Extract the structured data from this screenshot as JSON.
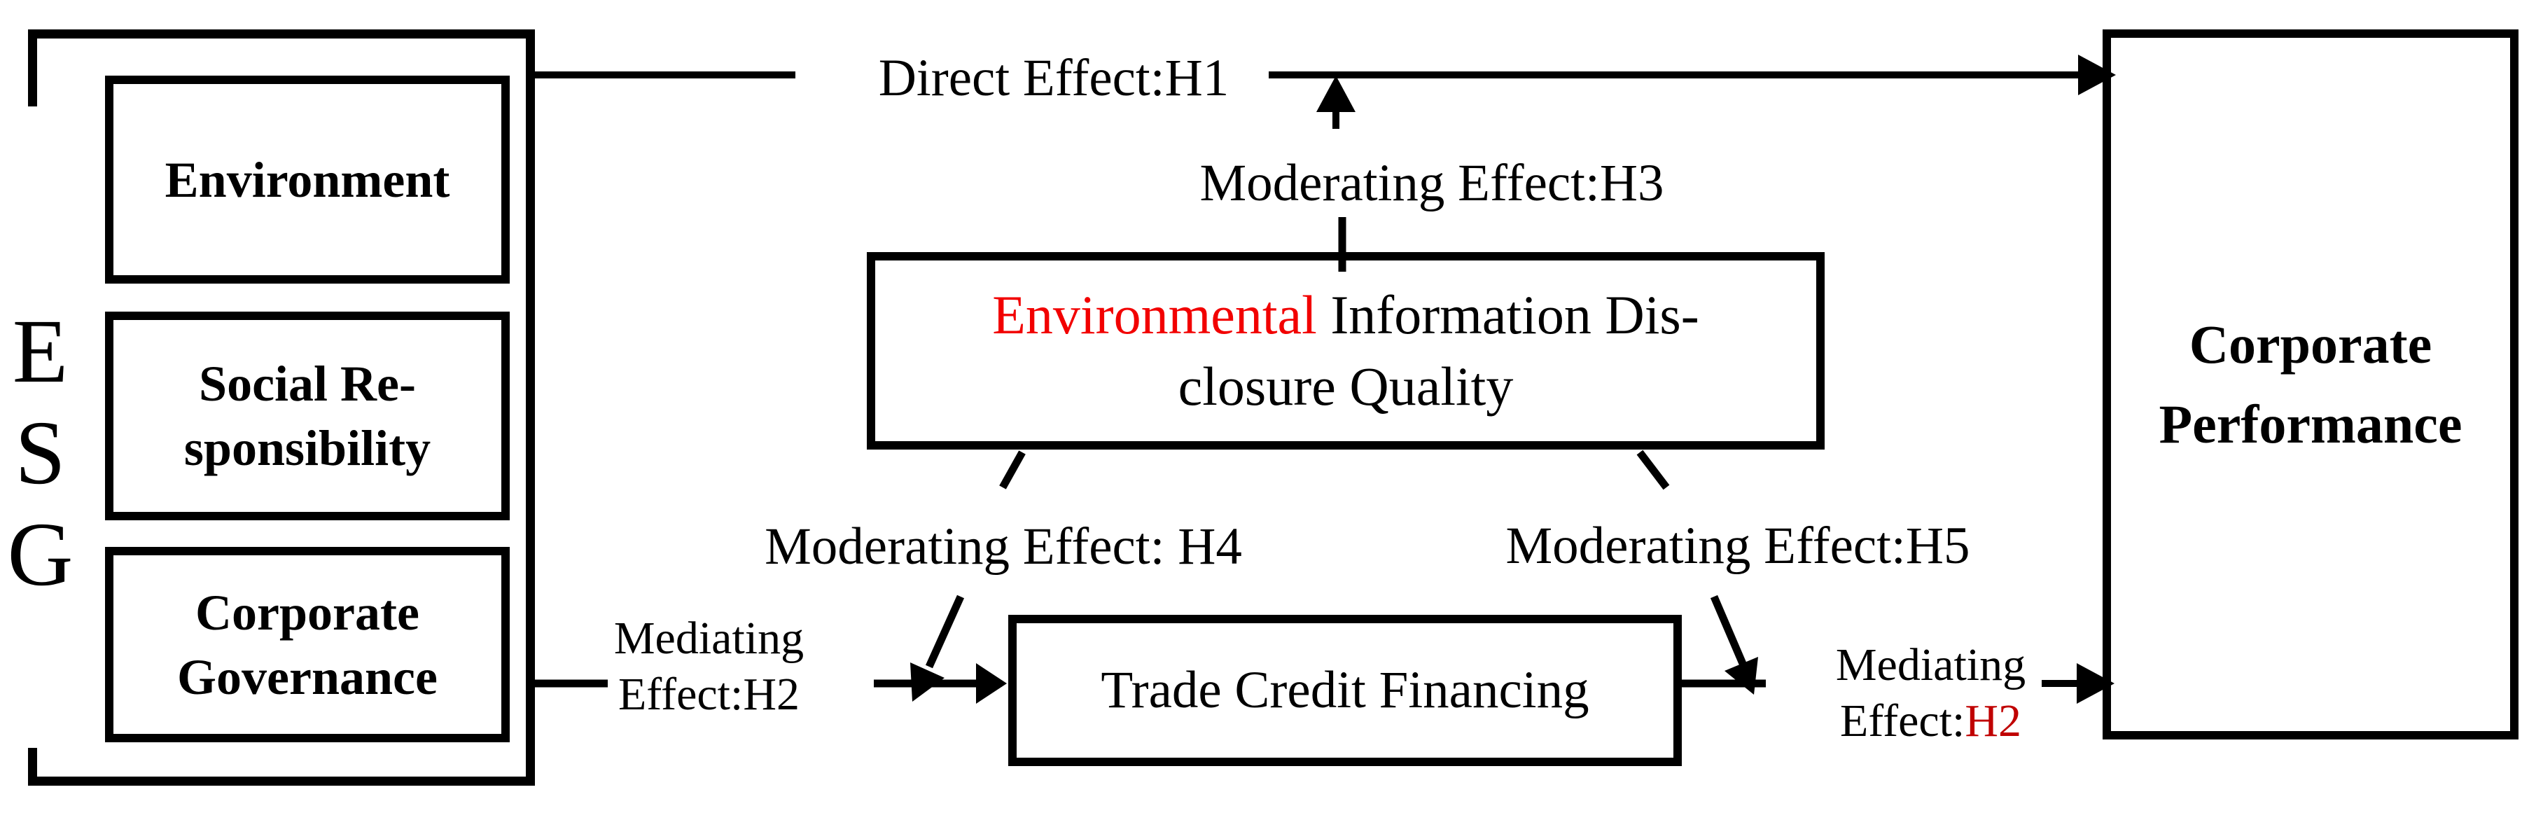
{
  "diagram": {
    "esg": {
      "letters": [
        "E",
        "S",
        "G"
      ],
      "environment_label": "Environment",
      "social_line1": "Social Re-",
      "social_line2": "sponsibility",
      "governance_line1": "Corporate",
      "governance_line2": "Governance"
    },
    "mediator": {
      "line1_red": "Environmental",
      "line1_black": " Information Dis-",
      "line2": "closure Quality"
    },
    "tcf_label": "Trade Credit Financing",
    "cp_line1": "Corporate",
    "cp_line2": "Performance",
    "effects": {
      "h1": "Direct Effect:H1",
      "h3": "Moderating Effect:H3",
      "h4": "Moderating Effect: H4",
      "h5": "Moderating Effect:H5",
      "mediating_left_line1": "Mediating",
      "mediating_left_line2": "Effect:H2",
      "mediating_right_line1": "Mediating",
      "mediating_right_line2_prefix": "Effect:",
      "mediating_right_line2_red": "H2"
    }
  },
  "colors": {
    "ink": "#000000",
    "highlight_red": "#f20000",
    "dark_red": "#c00000",
    "background": "#ffffff"
  }
}
